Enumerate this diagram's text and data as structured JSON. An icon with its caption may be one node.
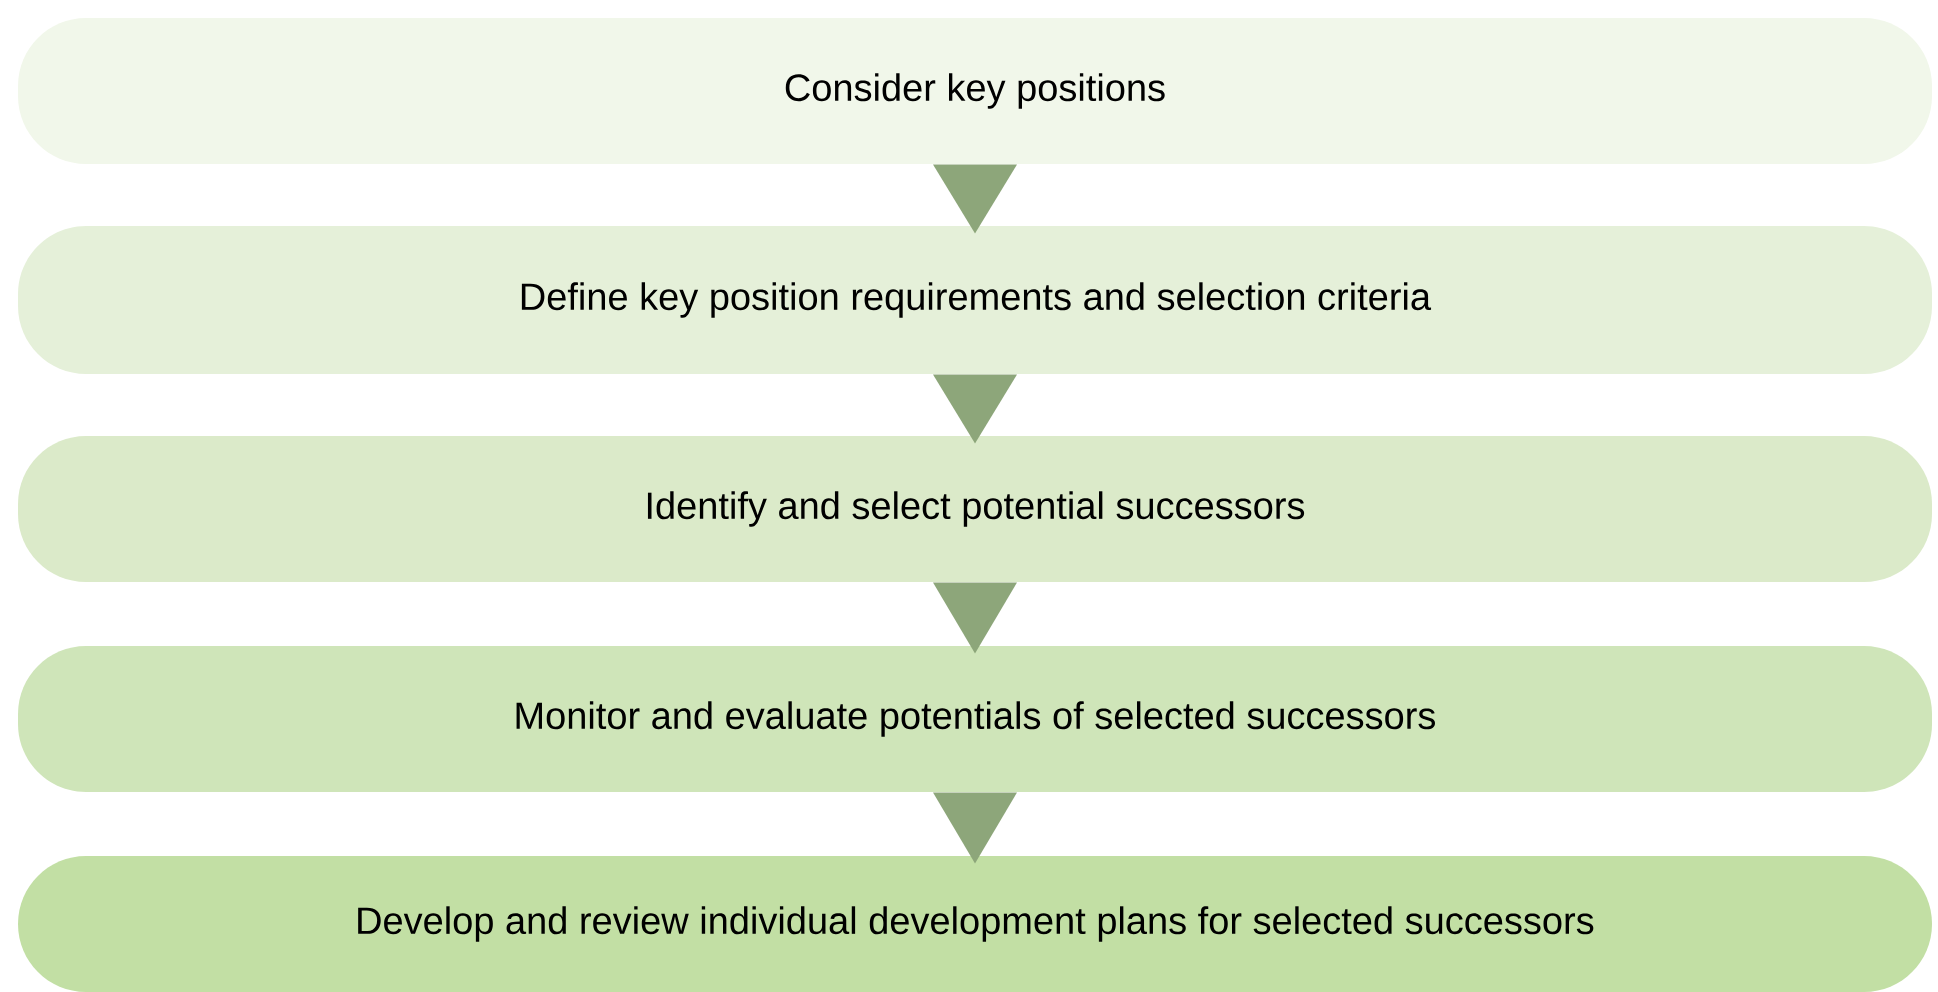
{
  "diagram": {
    "nodes": [
      {
        "text": [
          "Consider key positions"
        ]
      },
      {
        "text": [
          "Define key position requirements and selection criteria"
        ]
      },
      {
        "text": [
          "Identify and select potential successors"
        ]
      },
      {
        "text": [
          "Monitor and evaluate potentials of selected successors"
        ]
      },
      {
        "text": [
          "Develop and review individual development plans for selected successors"
        ]
      }
    ],
    "edges": [
      {
        "from": 0,
        "to": 1,
        "arrow": "to"
      },
      {
        "from": 1,
        "to": 2,
        "arrow": "to"
      },
      {
        "from": 2,
        "to": 3,
        "arrow": "to"
      },
      {
        "from": 3,
        "to": 4,
        "arrow": "to"
      }
    ]
  }
}
